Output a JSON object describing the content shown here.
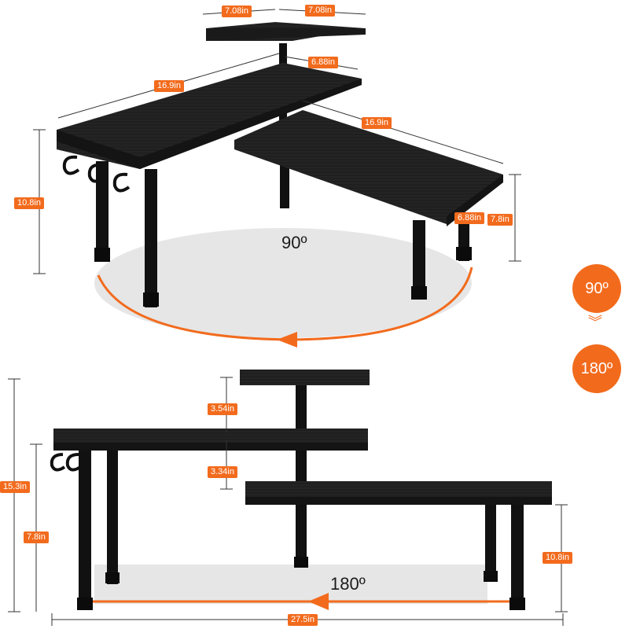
{
  "top_view": {
    "angle_label": "90º",
    "dimensions": {
      "top_shelf_width": "7.08in",
      "top_shelf_depth": "7.08in",
      "middle_shelf_depth": "6.88in",
      "left_arm_length": "16.9in",
      "right_arm_length": "16.9in",
      "right_arm_depth": "6.88in",
      "overall_height": "10.8in",
      "lower_height": "7.8in"
    }
  },
  "bottom_view": {
    "angle_label": "180º",
    "dimensions": {
      "top_gap": "3.54in",
      "middle_gap": "3.34in",
      "total_height": "15.3in",
      "left_height": "7.8in",
      "right_height": "10.8in",
      "total_width": "27.5in"
    }
  },
  "badges": {
    "from": "90º",
    "to": "180º"
  },
  "colors": {
    "accent": "#f26b1d",
    "shelf": "#1e1e1e",
    "floor": "#e6e6e6"
  }
}
